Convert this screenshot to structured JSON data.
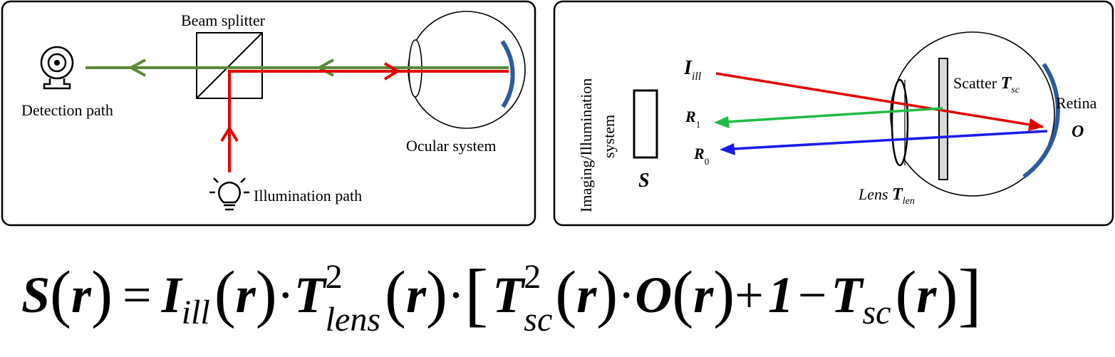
{
  "left_panel": {
    "beam_splitter_label": "Beam splitter",
    "detection_label": "Detection path",
    "ocular_label": "Ocular system",
    "illumination_label": "Illumination path"
  },
  "right_panel": {
    "system_label_line1": "Imaging/Illumination",
    "system_label_line2": "system",
    "S": "S",
    "I": "I",
    "ill_sub": "ill",
    "R1": "R",
    "R1_sub": "1",
    "R0": "R",
    "R0_sub": "0",
    "scatter_label": "Scatter ",
    "T": "T",
    "sc_sub": "sc",
    "retina_label": "Retina",
    "O": "O",
    "lens_label": "Lens ",
    "len_sub": "len"
  },
  "equation": {
    "S": "S",
    "r": "r",
    "equals": "=",
    "I": "I",
    "ill": "ill",
    "T": "T",
    "lens": "lens",
    "sq": "2",
    "dot": "·",
    "sc": "sc",
    "O": "O",
    "plus": "+",
    "one": "1",
    "minus": "−",
    "lparen": "(",
    "rparen": ")",
    "lbracket": "[",
    "rbracket": "]"
  },
  "colors": {
    "green": "#5a8a3a",
    "red": "#e00000",
    "blue": "#2c5aa0",
    "bright_green": "#22bb44",
    "bright_blue": "#1a1aee"
  }
}
